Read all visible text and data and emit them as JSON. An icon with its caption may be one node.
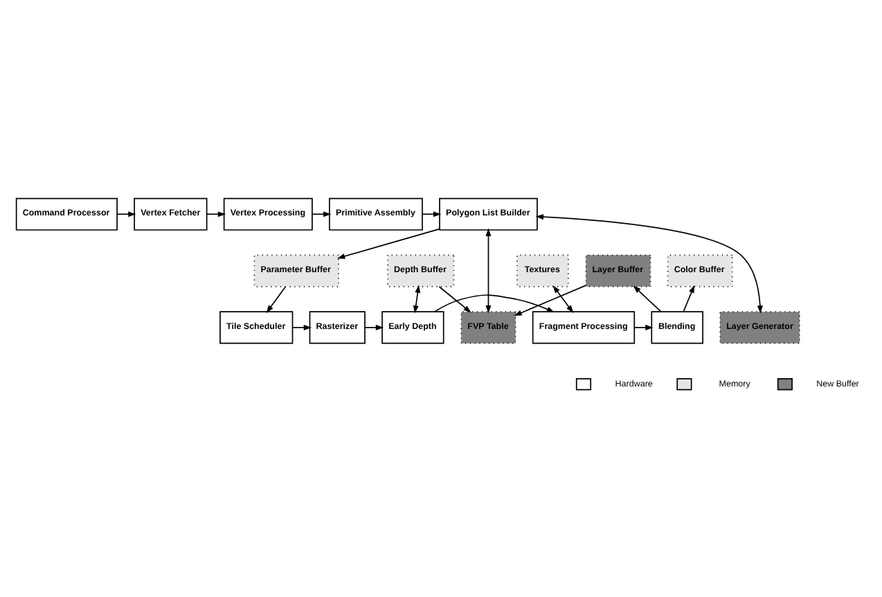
{
  "diagram": {
    "nodes": [
      {
        "text": [
          "Command Processor"
        ]
      },
      {
        "text": [
          "Vertex Fetcher"
        ]
      },
      {
        "text": [
          "Vertex Processing"
        ]
      },
      {
        "text": [
          "Primitive Assembly"
        ]
      },
      {
        "text": [
          "Polygon List Builder"
        ]
      },
      {
        "text": [
          "FVP Table"
        ]
      },
      {
        "text": [
          "Layer Generator"
        ]
      },
      {
        "text": [
          "Layer Buffer"
        ]
      },
      {
        "text": [
          "Color Buffer"
        ]
      },
      {
        "text": [
          "Textures"
        ]
      },
      {
        "text": [
          "Depth Buffer"
        ]
      },
      {
        "text": [
          "Parameter Buffer"
        ]
      },
      {
        "text": [
          "Blending"
        ]
      },
      {
        "text": [
          "Fragment Processing"
        ]
      },
      {
        "text": [
          "Early Depth"
        ]
      },
      {
        "text": [
          "Rasterizer"
        ]
      },
      {
        "text": [
          "Tile Scheduler"
        ]
      }
    ],
    "edges": [
      {
        "from": 0,
        "to": 1,
        "arrow": "to"
      },
      {
        "from": 1,
        "to": 2,
        "arrow": "to"
      },
      {
        "from": 2,
        "to": 3,
        "arrow": "to"
      },
      {
        "from": 3,
        "to": 4,
        "arrow": "to"
      },
      {
        "from": 4,
        "to": 5,
        "arrow": "both"
      },
      {
        "from": 4,
        "to": 6,
        "arrow": "both"
      },
      {
        "from": 7,
        "to": 5,
        "arrow": "to"
      },
      {
        "from": 10,
        "to": 5,
        "arrow": "to"
      },
      {
        "from": 4,
        "to": 11,
        "arrow": "to"
      },
      {
        "from": 11,
        "to": 16,
        "arrow": "to"
      },
      {
        "from": 16,
        "to": 15,
        "arrow": "to"
      },
      {
        "from": 15,
        "to": 14,
        "arrow": "to"
      },
      {
        "from": 14,
        "to": 13,
        "arrow": "to"
      },
      {
        "from": 13,
        "to": 12,
        "arrow": "to"
      },
      {
        "from": 12,
        "to": 7,
        "arrow": "to"
      },
      {
        "from": 12,
        "to": 8,
        "arrow": "to"
      },
      {
        "from": 13,
        "to": 9,
        "arrow": "both"
      },
      {
        "from": 14,
        "to": 10,
        "arrow": "both"
      }
    ],
    "legend": [
      {
        "text": "Hardware",
        "color": "#ffffff"
      },
      {
        "text": "Memory",
        "color": "#e6e6e6"
      },
      {
        "text": "New Buffer",
        "color": "#808080"
      }
    ]
  }
}
